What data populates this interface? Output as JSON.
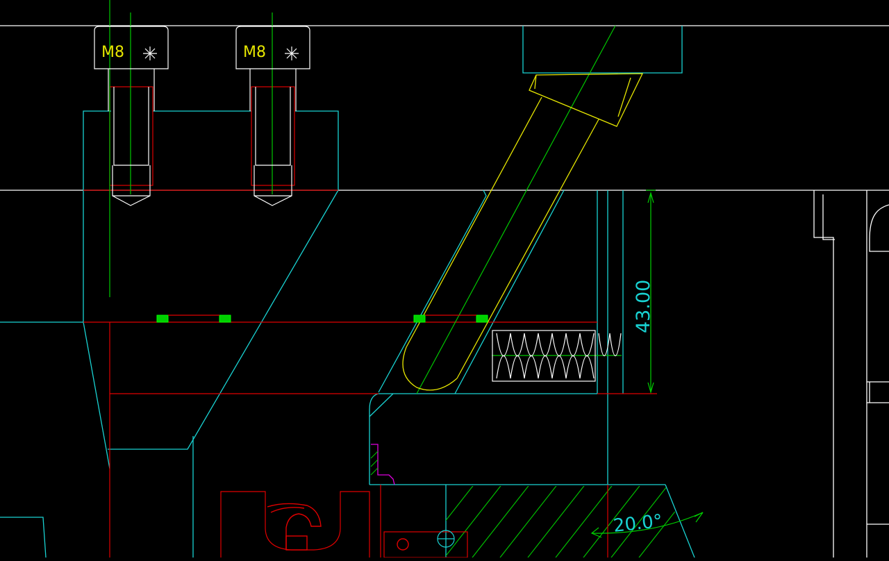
{
  "drawing": {
    "background": "#000000",
    "colors": {
      "white": "#FFFFFF",
      "cyan": "#19D3D3",
      "red": "#E00000",
      "yellow": "#E6E600",
      "green": "#00D000",
      "magenta": "#E000E0"
    },
    "bolt_labels": [
      "M8",
      "M8"
    ],
    "dimension_value": "43.00",
    "angle_value": "20.0°",
    "icons": [
      "bolt-head-icon",
      "spring-icon",
      "pin-icon"
    ]
  }
}
